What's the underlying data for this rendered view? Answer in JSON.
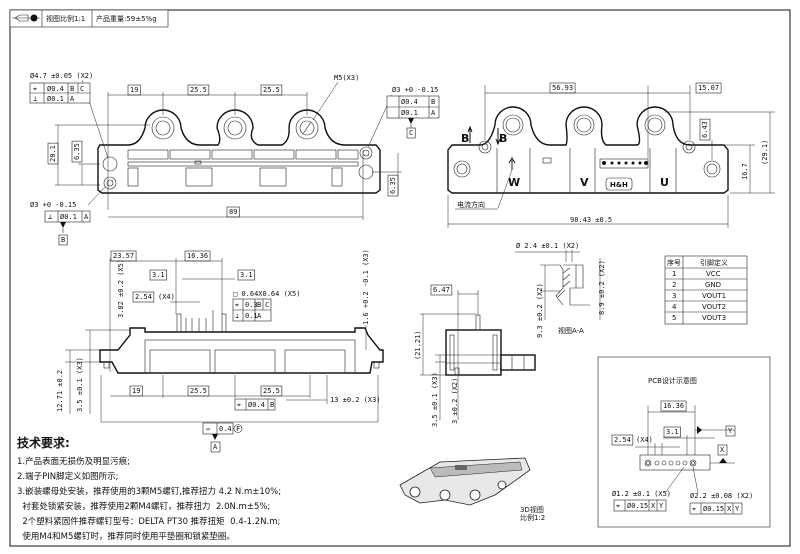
{
  "title_block": {
    "projection_icon": "first-angle-projection-icon",
    "scale": "视图比例1:1",
    "weight": "产品重量:59±5%g"
  },
  "top_left_view": {
    "hole_47": "Ø4.7 ±0.05 (X2)",
    "fcf_pos_a": "⌖",
    "fcf_pos_b": "Ø0.4",
    "fcf_pos_c": "B",
    "fcf_pos_d": "C",
    "fcf_perp_a": "⊥",
    "fcf_perp_b": "Ø0.1",
    "fcf_perp_c": "A",
    "m5": "M5(X3)",
    "d19": "19",
    "d255a": "25.5",
    "d255b": "25.5",
    "d201": "20.1",
    "d635": "6.35",
    "d635r": "6.35",
    "d89": "89",
    "hole3_left": "Ø3 +0 -0.15",
    "hole3_right": "Ø3 +0 -0.15",
    "datum_b": "B",
    "datum_c": "C",
    "fcf_r_b": "Ø0.4",
    "fcf_r_c": "B",
    "fcf_r_perp": "Ø0.1",
    "fcf_r_a": "A",
    "fcf_l_perp": "Ø0.1",
    "fcf_l_a": "A"
  },
  "top_right_view": {
    "d5693": "56.93",
    "d1507": "15.07",
    "d643": "6.43",
    "d167": "16.7",
    "d291": "(29.1)",
    "d9843": "98.43 ±0.5",
    "phase_w": "W",
    "phase_v": "V",
    "phase_u": "U",
    "logo": "H&H",
    "current_dir": "电流方向",
    "section_b1": "B",
    "section_b2": "B"
  },
  "side_view": {
    "d2357": "23.57",
    "d1636": "16.36",
    "d31a": "3.1",
    "d31b": "3.1",
    "d254": "2.54",
    "d254x": "(X4)",
    "d382": "3.82 ±0.2 (X5)",
    "pin": "□ 0.64X0.64 (X5)",
    "fcf_pos": "0.3",
    "fcf_b": "B",
    "fcf_c": "C",
    "fcf_perp": "0.1",
    "fcf_a": "A",
    "d16": "1.6 +0.2 -0.1 (X3)",
    "d19": "19",
    "d255a": "25.5",
    "d255b": "25.5",
    "fcf2": "Ø0.4",
    "fcf2_b": "B",
    "d13": "13 ±0.2 (X3)",
    "d1271": "12.71 ±0.2",
    "d35": "3.5 ±0.1 (X3)",
    "flat": "0.4",
    "flat_f": "F",
    "datum_a": "A"
  },
  "end_view": {
    "d647": "6.47",
    "d2121": "(21.21)",
    "d35": "3.5 ±0.1 (X3)",
    "d3": "3 ±0.2 (X2)"
  },
  "section_aa": {
    "d24": "Ø 2.4 ±0.1 (X2)",
    "d93": "9.3 ±0.2 (X2)",
    "d89": "8.9 ±0.2 (X2)",
    "title": "视图A-A"
  },
  "pin_table": {
    "headers": [
      "序号",
      "引脚定义"
    ],
    "rows": [
      [
        "1",
        "VCC"
      ],
      [
        "2",
        "GND"
      ],
      [
        "3",
        "VOUT1"
      ],
      [
        "4",
        "VOUT2"
      ],
      [
        "5",
        "VOUT3"
      ]
    ]
  },
  "pcb": {
    "title": "PCB设计示意图",
    "d1636": "16.36",
    "d31": "3.1",
    "d254": "2.54",
    "d254x": "(X4)",
    "datum_y": "Y",
    "datum_x": "X",
    "hole12": "Ø1.2 ±0.1 (X5)",
    "hole22": "Ø2.2 ±0.08 (X2)",
    "fcf1": "Ø0.15",
    "fcf2": "Ø0.15"
  },
  "view_3d": {
    "title": "3D视图",
    "scale": "比例1:2"
  },
  "requirements": {
    "title": "技术要求:",
    "lines": [
      "1.产品表面无损伤及明显污痕;",
      "2.端子PIN脚定义如图所示;",
      "3.嵌装螺母处安装，推荐使用的3颗M5螺钉,推荐扭力  4.2 N.m±10%;",
      "  衬套处锁紧安装，推荐使用2颗M4螺钉，推荐扭力  2.0N.m±5%;",
      "  2个塑料紧固件推荐螺钉型号：DELTA PT30 推荐扭矩  0.4-1.2N.m;",
      "  使用M4和M5螺钉时，推荐同时使用平垫圈和锁紧垫圈。"
    ]
  }
}
